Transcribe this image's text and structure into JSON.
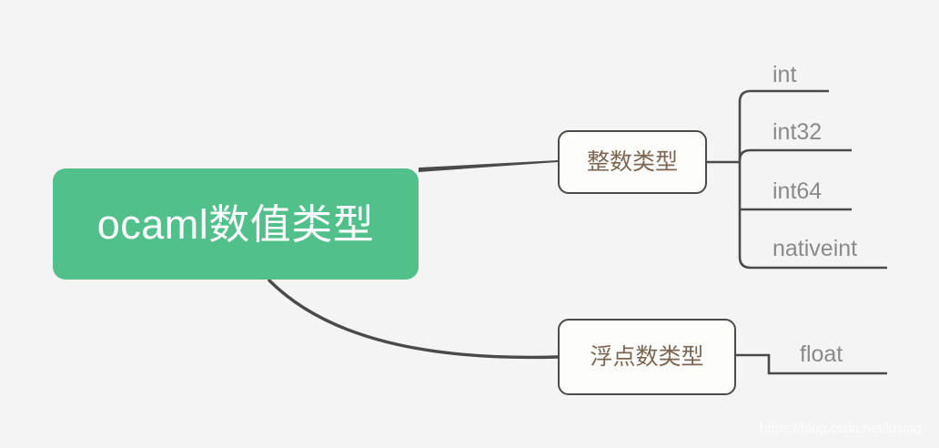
{
  "diagram": {
    "type": "mindmap",
    "background_color": "#f4f4f4",
    "root": {
      "label": "ocaml数值类型",
      "fill_color": "#52c08a",
      "text_color": "#ffffff"
    },
    "branches": [
      {
        "label": "整数类型",
        "text_color": "#7d6651",
        "border_color": "#4a4a4a",
        "fill_color": "#fdfdfc",
        "leaves": [
          {
            "label": "int"
          },
          {
            "label": "int32"
          },
          {
            "label": "int64"
          },
          {
            "label": "nativeint"
          }
        ]
      },
      {
        "label": "浮点数类型",
        "text_color": "#7d6651",
        "border_color": "#4a4a4a",
        "fill_color": "#fdfdfc",
        "leaves": [
          {
            "label": "float"
          }
        ]
      }
    ],
    "leaf_text_color": "#8a8a8a",
    "connector_color": "#4a4a4a"
  },
  "watermark": {
    "text": "https://blog.csdn.net/lusing"
  }
}
